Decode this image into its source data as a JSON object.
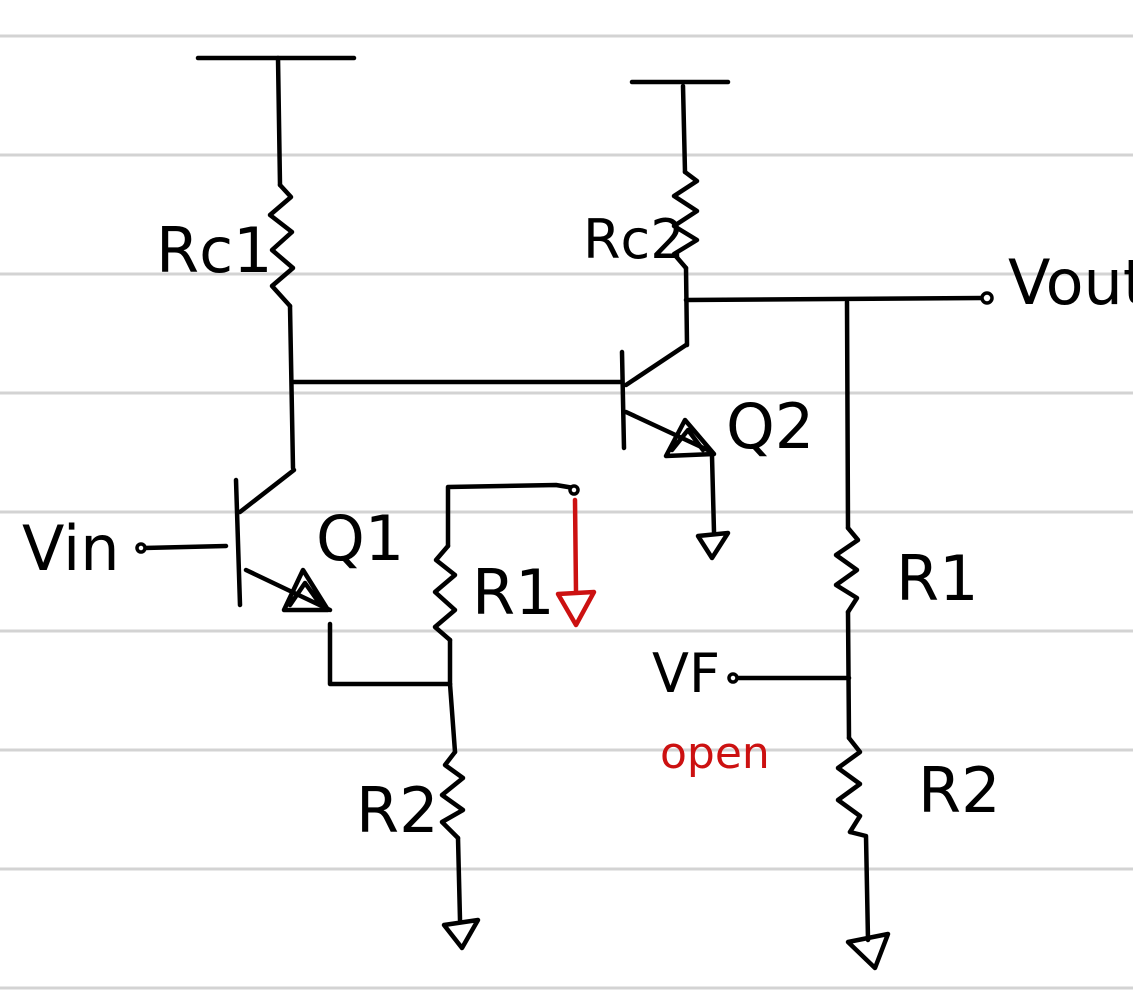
{
  "colors": {
    "ruled_line": "#d3d3d3",
    "ink": "#000000",
    "annotation": "#cc1111"
  },
  "labels": {
    "rc1": "Rc1",
    "rc2": "Rc2",
    "vout": "Vout",
    "q1": "Q1",
    "q2": "Q2",
    "vin": "Vin",
    "r1_left": "R1",
    "r2_left": "R2",
    "r1_right": "R1",
    "r2_right": "R2",
    "vf": "VF",
    "open_note": "open"
  }
}
